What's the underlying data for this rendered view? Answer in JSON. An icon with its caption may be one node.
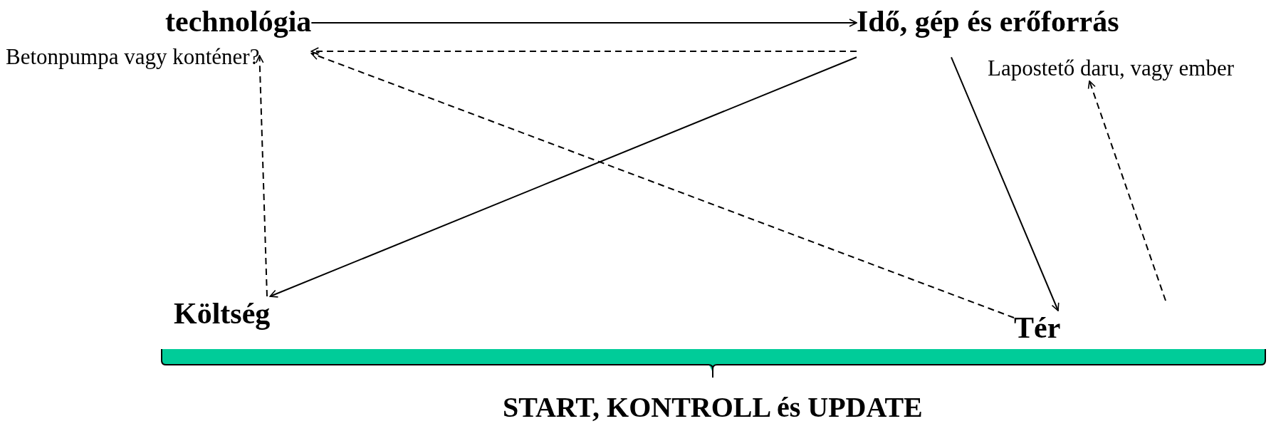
{
  "diagram": {
    "nodes": [
      {
        "text": [
          "technológia"
        ]
      },
      {
        "text": [
          "Idő, gép és erőforrás"
        ]
      },
      {
        "text": [
          "Költség"
        ]
      },
      {
        "text": [
          "Tér"
        ]
      },
      {
        "text": [
          "Betonpumpa vagy konténer?"
        ]
      },
      {
        "text": [
          "Lapostető daru, vagy ember"
        ]
      }
    ],
    "edges": [
      {
        "from": 0,
        "to": 1,
        "arrow": "to"
      },
      {
        "from": 1,
        "to": 0,
        "arrow": "to",
        "style": "dashed"
      },
      {
        "from": 1,
        "to": 2,
        "arrow": "to"
      },
      {
        "from": 1,
        "to": 3,
        "arrow": "to"
      },
      {
        "from": 3,
        "to": 0,
        "arrow": "to",
        "style": "dashed"
      },
      {
        "from": 2,
        "to": 4,
        "arrow": "to",
        "style": "dashed"
      },
      {
        "from": null,
        "to": 5,
        "arrow": "to",
        "style": "dashed"
      }
    ],
    "labels": [
      "START, KONTROLL és UPDATE"
    ]
  }
}
